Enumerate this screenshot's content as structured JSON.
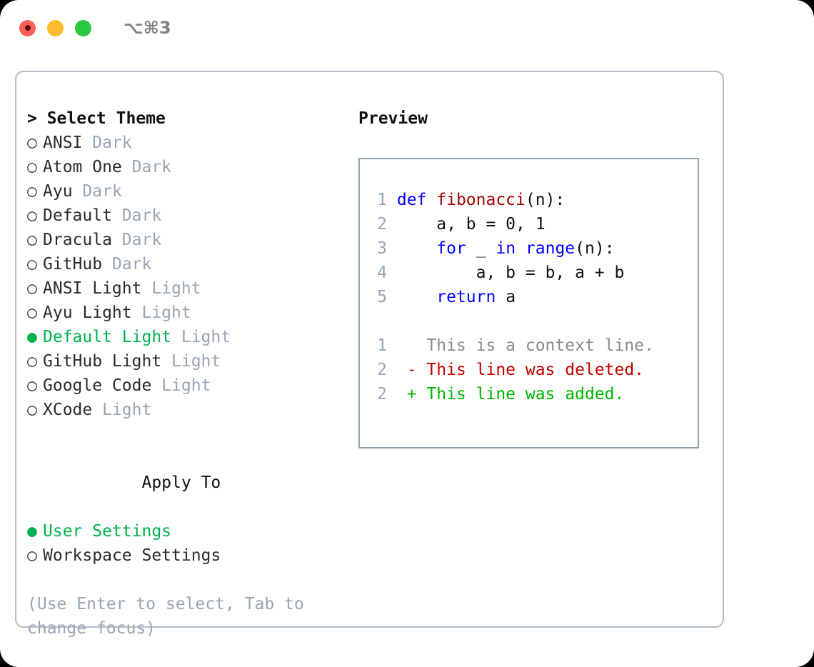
{
  "window": {
    "title": "⌥⌘3",
    "traffic_lights": [
      {
        "name": "close",
        "color": "#ff5f57"
      },
      {
        "name": "minimize",
        "color": "#ffbd2e"
      },
      {
        "name": "maximize",
        "color": "#28c840"
      }
    ]
  },
  "theme_picker": {
    "header": "> Select Theme",
    "marker_unselected": "○",
    "marker_selected": "●",
    "items": [
      {
        "label": "ANSI",
        "tag": "Dark",
        "selected": false
      },
      {
        "label": "Atom One",
        "tag": "Dark",
        "selected": false
      },
      {
        "label": "Ayu",
        "tag": "Dark",
        "selected": false
      },
      {
        "label": "Default",
        "tag": "Dark",
        "selected": false
      },
      {
        "label": "Dracula",
        "tag": "Dark",
        "selected": false
      },
      {
        "label": "GitHub",
        "tag": "Dark",
        "selected": false
      },
      {
        "label": "ANSI Light",
        "tag": "Light",
        "selected": false
      },
      {
        "label": "Ayu Light",
        "tag": "Light",
        "selected": false
      },
      {
        "label": "Default Light",
        "tag": "Light",
        "selected": true
      },
      {
        "label": "GitHub Light",
        "tag": "Light",
        "selected": false
      },
      {
        "label": "Google Code",
        "tag": "Light",
        "selected": false
      },
      {
        "label": "XCode",
        "tag": "Light",
        "selected": false
      }
    ]
  },
  "apply_to": {
    "header": "Apply To",
    "items": [
      {
        "label": "User Settings",
        "selected": true
      },
      {
        "label": "Workspace Settings",
        "selected": false
      }
    ]
  },
  "hint": "(Use Enter to select, Tab to change focus)",
  "preview": {
    "title": "Preview",
    "code_lines": [
      {
        "number": "1",
        "tokens": [
          {
            "text": "def ",
            "kind": "keyword"
          },
          {
            "text": "fibonacci",
            "kind": "function"
          },
          {
            "text": "(n):",
            "kind": "plain"
          }
        ]
      },
      {
        "number": "2",
        "tokens": [
          {
            "text": "    a, b = 0, 1",
            "kind": "plain"
          }
        ]
      },
      {
        "number": "3",
        "tokens": [
          {
            "text": "    ",
            "kind": "plain"
          },
          {
            "text": "for",
            "kind": "keyword"
          },
          {
            "text": " _ ",
            "kind": "plain"
          },
          {
            "text": "in",
            "kind": "keyword"
          },
          {
            "text": " ",
            "kind": "plain"
          },
          {
            "text": "range",
            "kind": "keyword"
          },
          {
            "text": "(n):",
            "kind": "plain"
          }
        ]
      },
      {
        "number": "4",
        "tokens": [
          {
            "text": "        a, b = b, a + b",
            "kind": "plain"
          }
        ]
      },
      {
        "number": "5",
        "tokens": [
          {
            "text": "    ",
            "kind": "plain"
          },
          {
            "text": "return",
            "kind": "keyword"
          },
          {
            "text": " a",
            "kind": "plain"
          }
        ]
      }
    ],
    "diff_lines": [
      {
        "number": "1",
        "sign": " ",
        "text": "This is a context line.",
        "kind": "context"
      },
      {
        "number": "2",
        "sign": "-",
        "text": "This line was deleted.",
        "kind": "deleted"
      },
      {
        "number": "2",
        "sign": "+",
        "text": "This line was added.",
        "kind": "added"
      }
    ]
  },
  "colors": {
    "accent_green": "#00b14d",
    "muted_gray": "#9aa5b4",
    "keyword_blue": "#0000ff",
    "function_red": "#a00000",
    "diff_deleted": "#c00000",
    "diff_added": "#00b400",
    "border": "#b2bbc7"
  }
}
